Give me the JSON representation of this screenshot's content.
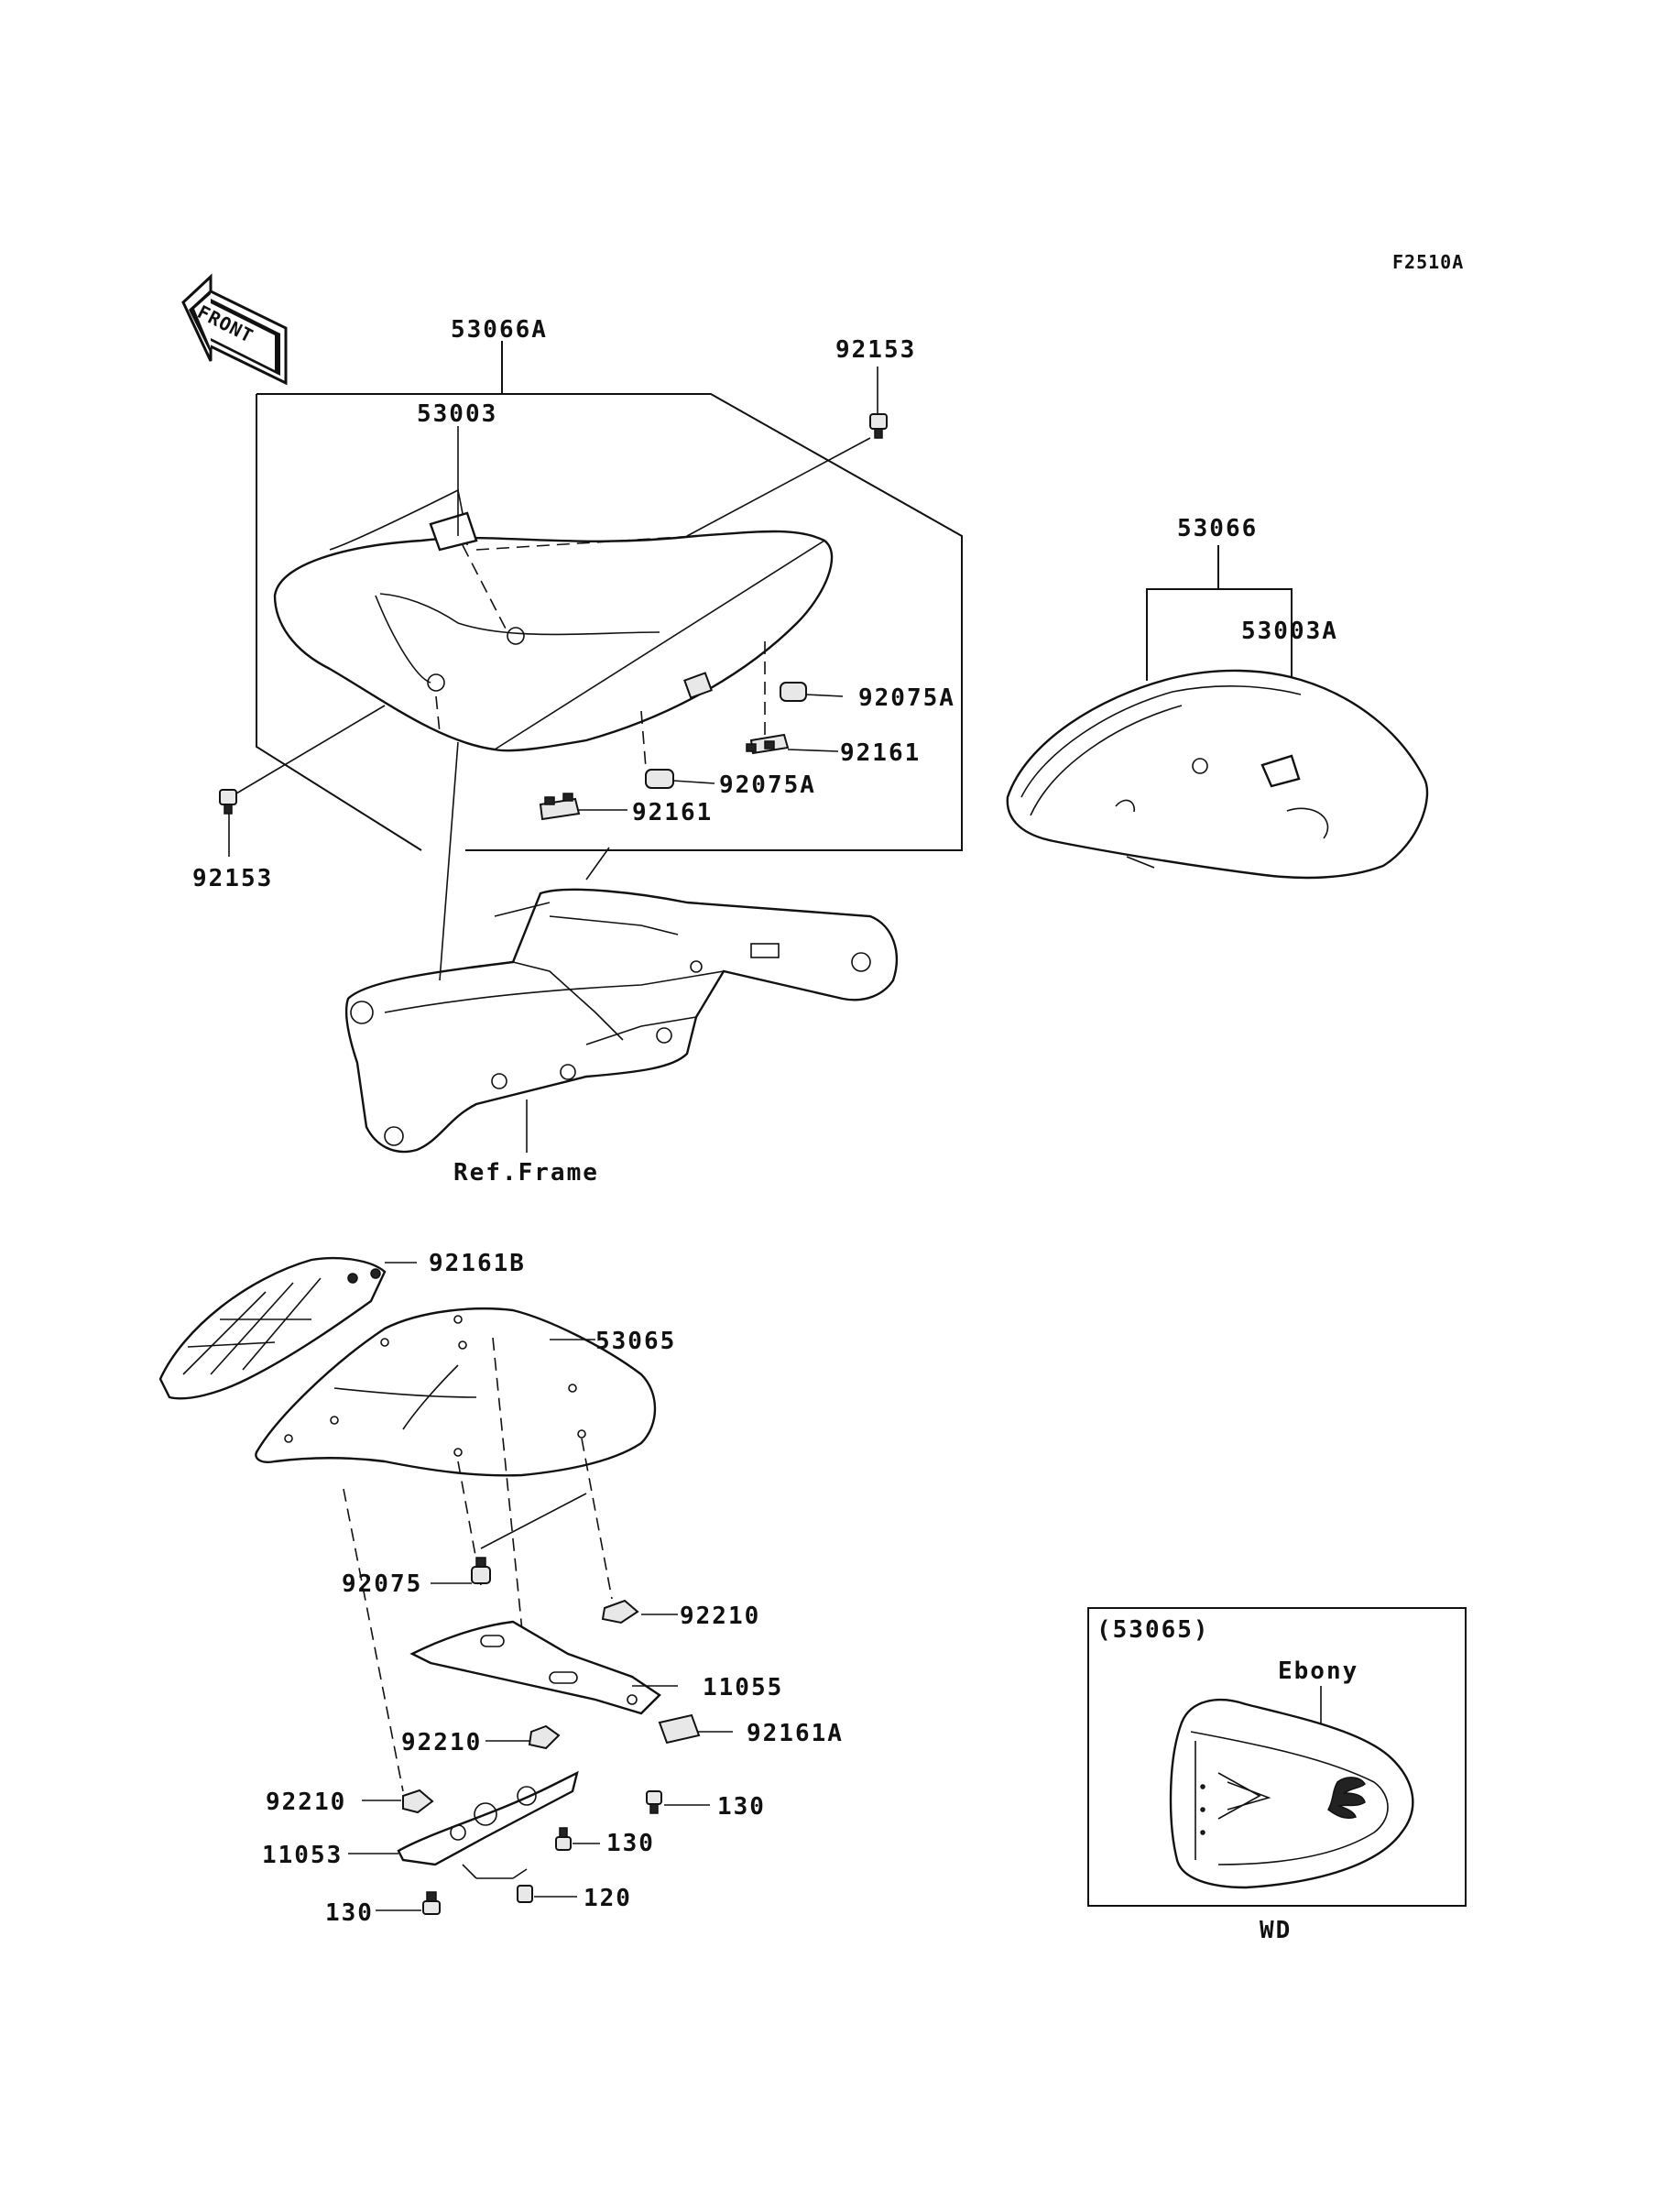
{
  "diagram_code": "F2510A",
  "front_arrow_label": "FRONT",
  "labels": {
    "l53066A": "53066A",
    "l92153_top": "92153",
    "l53003": "53003",
    "l53066": "53066",
    "l53003A": "53003A",
    "l92075A_1": "92075A",
    "l92161_1": "92161",
    "l92075A_2": "92075A",
    "l92161_2": "92161",
    "l92153_left": "92153",
    "ref_frame": "Ref.Frame",
    "l92161B": "92161B",
    "l53065": "53065",
    "l92075": "92075",
    "l92210_1": "92210",
    "l11055": "11055",
    "l92161A": "92161A",
    "l92210_2": "92210",
    "l130_1": "130",
    "l92210_3": "92210",
    "l130_2": "130",
    "l11053": "11053",
    "l120": "120",
    "l130_3": "130"
  },
  "inset": {
    "part_ref": "(53065)",
    "color_label": "Ebony",
    "caption": "WD"
  }
}
